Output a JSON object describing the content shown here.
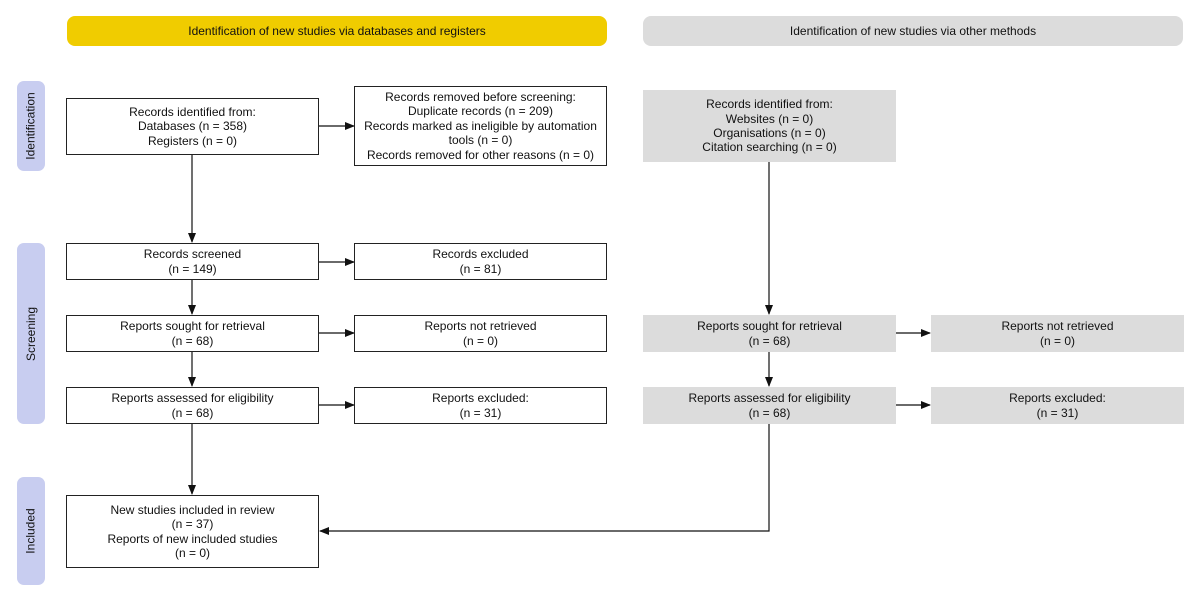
{
  "headers": {
    "databases": "Identification of new studies via databases and registers",
    "other": "Identification of new studies via other methods"
  },
  "phases": {
    "identification": "Identification",
    "screening": "Screening",
    "included": "Included"
  },
  "db": {
    "identified": [
      "Records identified from:",
      "Databases (n = 358)",
      "Registers (n = 0)"
    ],
    "removed": [
      "Records removed before screening:",
      "Duplicate records (n = 209)",
      "Records marked as ineligible by automation",
      "tools (n = 0)",
      "Records removed for other reasons (n = 0)"
    ],
    "screened": [
      "Records screened",
      "(n = 149)"
    ],
    "excluded": [
      "Records excluded",
      "(n = 81)"
    ],
    "sought": [
      "Reports sought for retrieval",
      "(n = 68)"
    ],
    "not_retrieved": [
      "Reports not retrieved",
      "(n = 0)"
    ],
    "assessed": [
      "Reports assessed for eligibility",
      "(n = 68)"
    ],
    "reports_excluded": [
      "Reports excluded:",
      "(n = 31)"
    ],
    "included": [
      "New studies included in review",
      "(n = 37)",
      "Reports of new included studies",
      "(n = 0)"
    ]
  },
  "other": {
    "identified": [
      "Records identified from:",
      "Websites (n = 0)",
      "Organisations (n = 0)",
      "Citation searching (n = 0)"
    ],
    "sought": [
      "Reports sought for retrieval",
      "(n = 68)"
    ],
    "not_retrieved": [
      "Reports not retrieved",
      "(n = 0)"
    ],
    "assessed": [
      "Reports assessed for eligibility",
      "(n = 68)"
    ],
    "reports_excluded": [
      "Reports excluded:",
      "(n = 31)"
    ]
  },
  "colors": {
    "db_header": "#f0cc00",
    "other_header": "#dcdcdc",
    "phase_label": "#c8cdf0",
    "grey_box": "#dcdcdc"
  }
}
